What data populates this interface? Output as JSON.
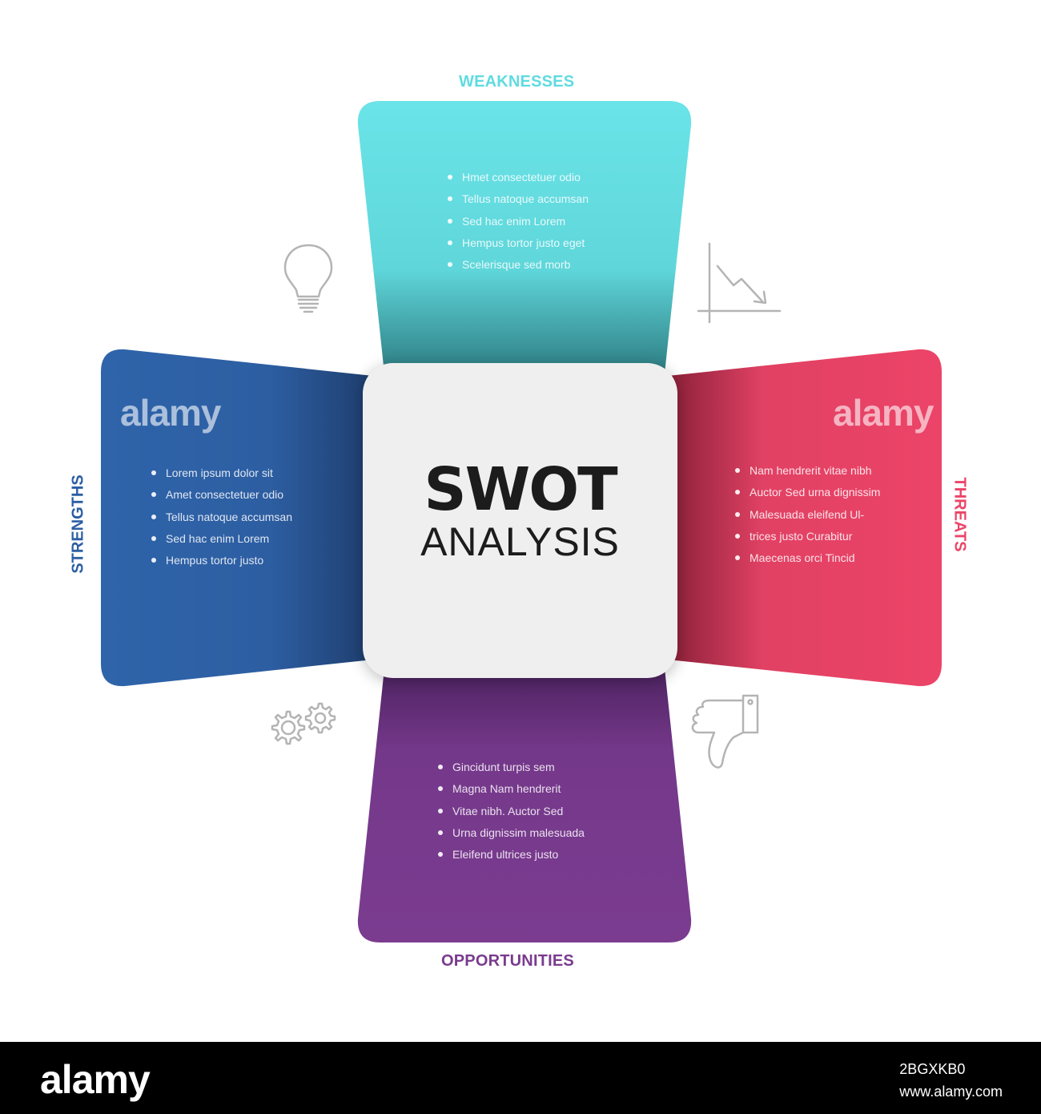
{
  "swot": {
    "title_main": "SWOT",
    "title_sub": "ANALYSIS"
  },
  "sections": {
    "weaknesses": {
      "title": "WEAKNESSES",
      "color": "#6ae4e8",
      "items": [
        "Hmet consectetuer odio",
        "Tellus natoque accumsan",
        "Sed hac enim Lorem",
        "Hempus tortor justo eget",
        "Scelerisque sed morb"
      ]
    },
    "strengths": {
      "title": "STRENGTHS",
      "color": "#2c5ea3",
      "items": [
        "Lorem ipsum dolor sit",
        "Amet consectetuer odio",
        "Tellus natoque accumsan",
        "Sed hac enim Lorem",
        "Hempus tortor justo"
      ]
    },
    "threats": {
      "title": "THREATS",
      "color": "#ec4468",
      "items": [
        "Nam hendrerit vitae nibh",
        "Auctor Sed urna dignissim",
        "Malesuada eleifend Ul-",
        "trices justo Curabitur",
        "Maecenas orci Tincid"
      ]
    },
    "opportunities": {
      "title": "OPPORTUNITIES",
      "color": "#7a3b8e",
      "items": [
        "Gincidunt turpis sem",
        "Magna Nam hendrerit",
        "Vitae nibh. Auctor Sed",
        "Urna dignissim malesuada",
        "Eleifend ultrices justo"
      ]
    }
  },
  "icons": [
    "lightbulb-icon",
    "chart-down-icon",
    "gears-icon",
    "thumbs-down-icon"
  ],
  "watermark": {
    "brand": "alamy",
    "image_id": "2BGXKB0",
    "site": "www.alamy.com"
  }
}
